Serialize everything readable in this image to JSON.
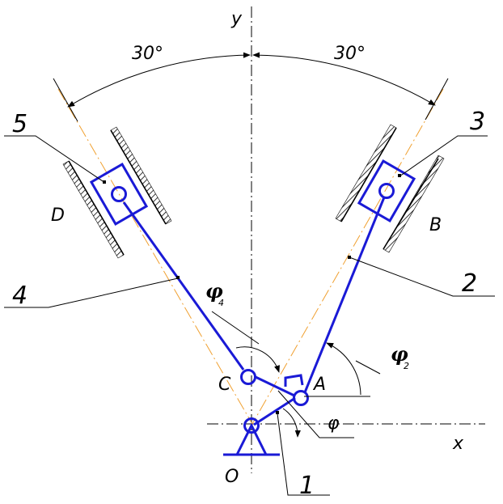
{
  "labels": {
    "axis_y": "y",
    "axis_x": "x",
    "origin": "O",
    "point_a": "A",
    "point_b": "B",
    "point_c": "C",
    "point_d": "D",
    "part_1": "1",
    "part_2": "2",
    "part_3": "3",
    "part_4": "4",
    "part_5": "5",
    "angle_left": "30°",
    "angle_right": "30°",
    "phi_4": "φ",
    "phi_4_sub": "4",
    "phi_2": "φ",
    "phi_2_sub": "2",
    "phi_crank": "φ"
  },
  "colors": {
    "mechanism": "#1a1ad6",
    "center_line": "#f0a030",
    "lines": "#000000"
  }
}
